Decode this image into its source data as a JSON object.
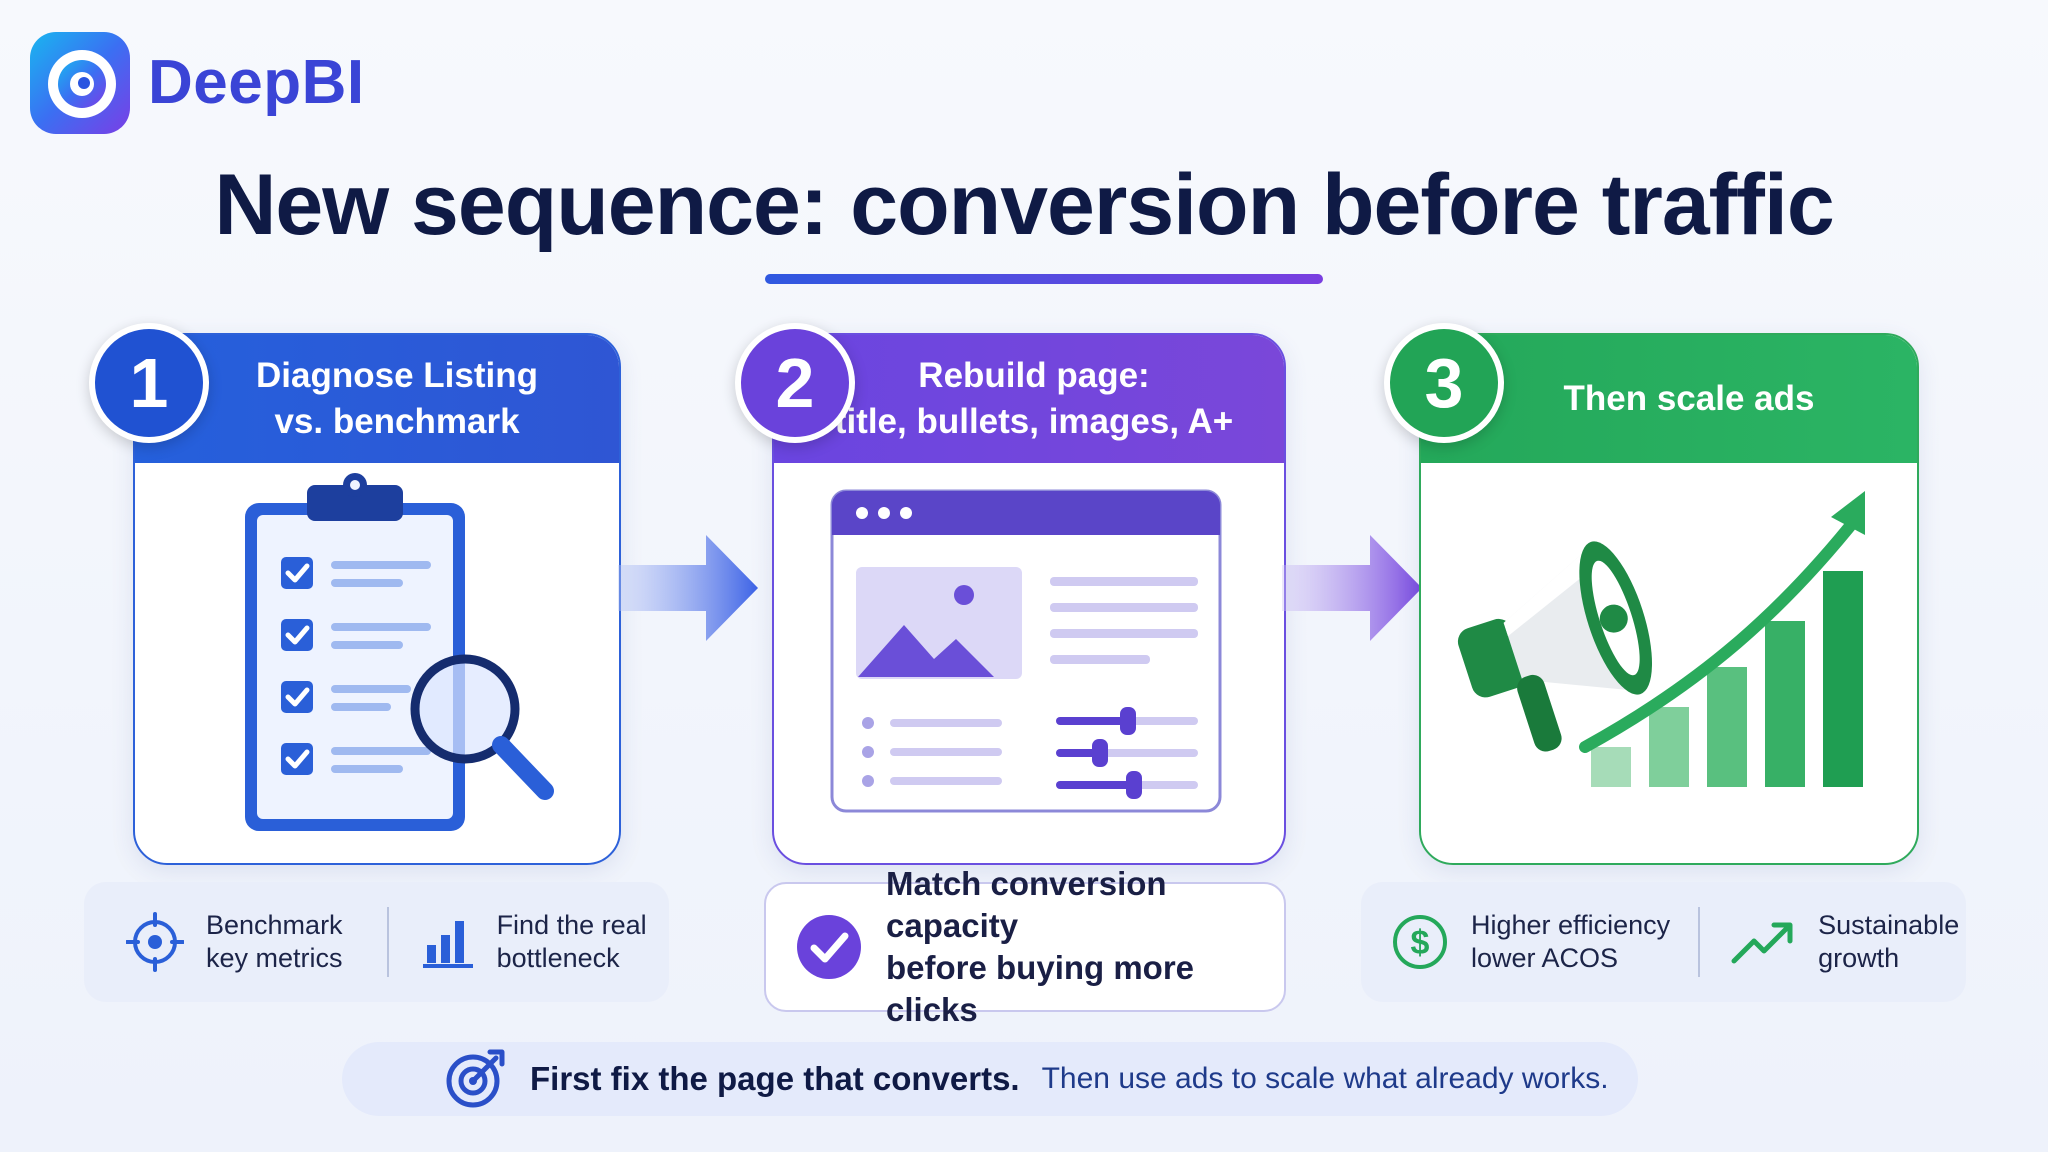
{
  "brand": {
    "name": "DeepBI"
  },
  "title": "New sequence: conversion before traffic",
  "steps": [
    {
      "number": "1",
      "title_line1": "Diagnose Listing",
      "title_line2": "vs. benchmark",
      "color": "#2560dc"
    },
    {
      "number": "2",
      "title_line1": "Rebuild page:",
      "title_line2": "title, bullets, images, A+",
      "color": "#6a45e0"
    },
    {
      "number": "3",
      "title_line1": "Then scale ads",
      "color": "#24a85a"
    }
  ],
  "footer1": {
    "item1_line1": "Benchmark",
    "item1_line2": "key metrics",
    "item1_icon": "target-crosshair-icon",
    "item2_line1": "Find the real",
    "item2_line2": "bottleneck",
    "item2_icon": "bar-chart-icon"
  },
  "footer2": {
    "line1": "Match conversion capacity",
    "line2": "before buying more clicks",
    "icon": "check-circle-icon"
  },
  "footer3": {
    "item1_line1": "Higher efficiency",
    "item1_line2": "lower ACOS",
    "item1_icon": "dollar-circle-icon",
    "item2_line1": "Sustainable",
    "item2_line2": "growth",
    "item2_icon": "trend-up-icon"
  },
  "banner": {
    "bold": "First fix the page that converts.",
    "rest": "Then use ads to scale what already works.",
    "icon": "target-arrow-icon"
  }
}
